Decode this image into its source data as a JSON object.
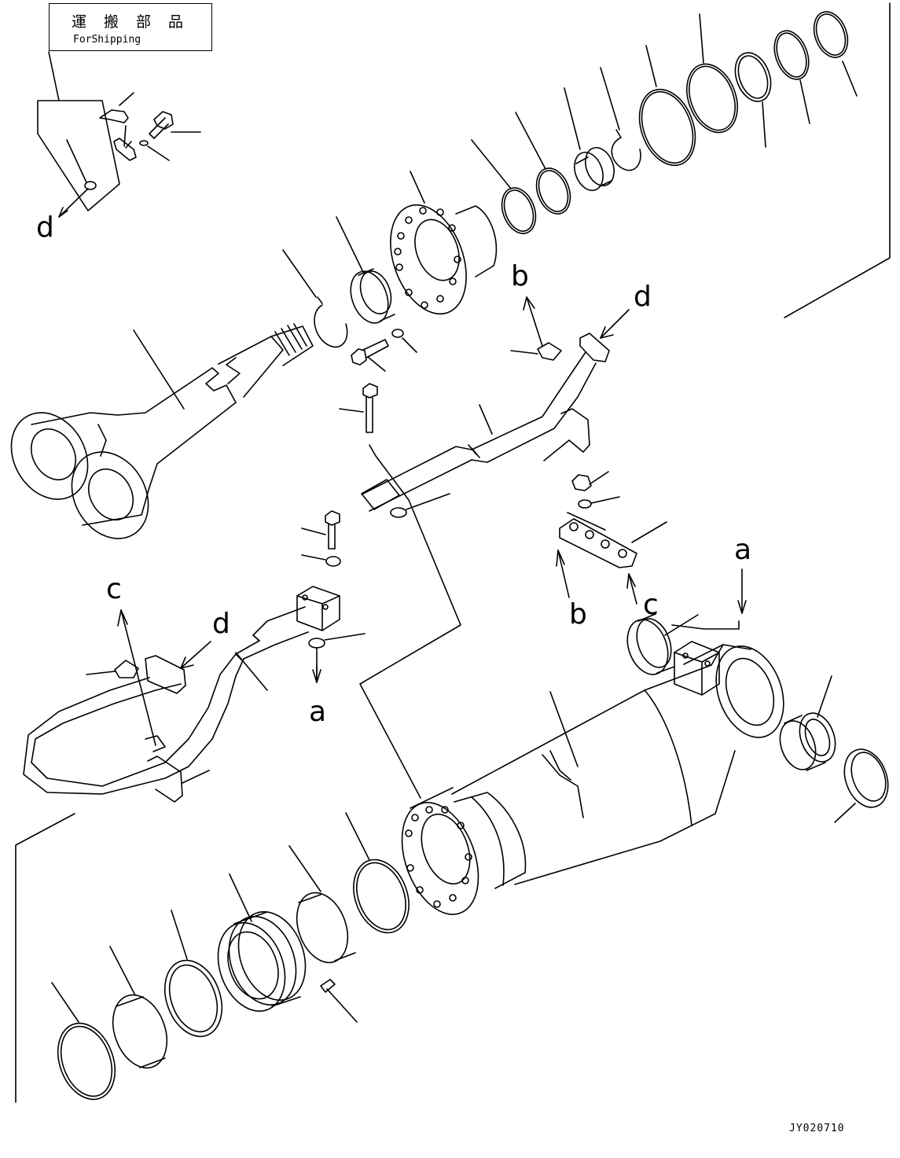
{
  "shipping_box": {
    "title_jp": "運 搬 部 品",
    "title_en": "ForShipping"
  },
  "callout_letters": {
    "d_top": "d",
    "b_upper": "b",
    "d_upper_right": "d",
    "c_left": "c",
    "d_left": "d",
    "a_mid": "a",
    "b_lower": "b",
    "c_lower": "c",
    "a_right": "a"
  },
  "drawing_id": "JY020710"
}
